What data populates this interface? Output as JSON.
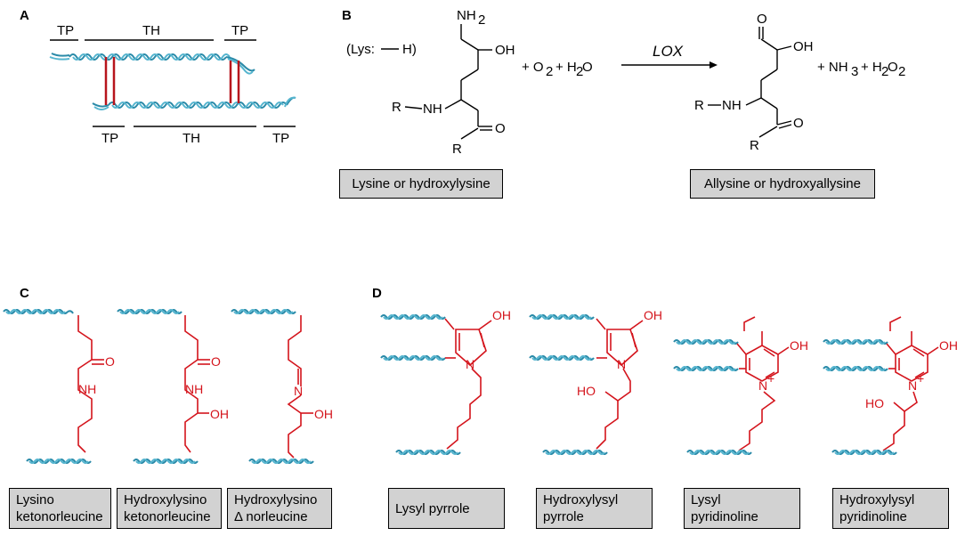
{
  "panels": {
    "A": {
      "letter": "A",
      "tp_label": "TP",
      "th_label": "TH"
    },
    "B": {
      "letter": "B",
      "lys_note_open": "(Lys:",
      "lys_note_h": "H)",
      "nh2": "NH",
      "nh2_sub": "2",
      "oh": "OH",
      "r": "R",
      "nh": "NH",
      "o": "O",
      "plus_o2": "+ O",
      "o2_sub": "2",
      "plus_h2o": "+ H",
      "h2o_sub": "2",
      "h2o_o": "O",
      "enzyme": "LOX",
      "plus_nh3": "+ NH",
      "nh3_sub": "3",
      "plus_h2o2": "+ H",
      "h2o2_sub1": "2",
      "h2o2_o": "O",
      "h2o2_sub2": "2",
      "substrate_box": "Lysine or hydroxylysine",
      "product_box": "Allysine or hydroxyallysine"
    },
    "C": {
      "letter": "C",
      "o": "O",
      "nh": "NH",
      "n": "N",
      "oh": "OH",
      "boxes": [
        {
          "line1": "Lysino",
          "line2": "ketonorleucine"
        },
        {
          "line1": "Hydroxylysino",
          "line2": "ketonorleucine"
        },
        {
          "line1": "Hydroxylysino",
          "line2": "Δ norleucine"
        }
      ]
    },
    "D": {
      "letter": "D",
      "oh": "OH",
      "ho": "HO",
      "n": "N",
      "plus": "+",
      "boxes": [
        {
          "line1": "Lysyl pyrrole",
          "line2": ""
        },
        {
          "line1": "Hydroxylysyl",
          "line2": "pyrrole"
        },
        {
          "line1": "Lysyl",
          "line2": "pyridinoline"
        },
        {
          "line1": "Hydroxylysyl",
          "line2": "pyridinoline"
        }
      ]
    }
  },
  "colors": {
    "crosslink": "#d4141c",
    "helix": "#2a8aa8",
    "helix_light": "#56b5cf",
    "box_fill": "#d2d2d2"
  }
}
